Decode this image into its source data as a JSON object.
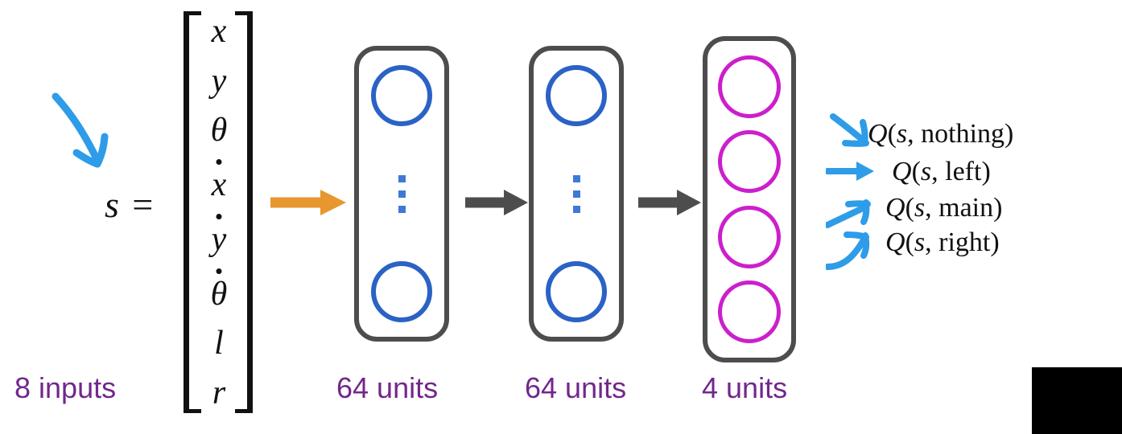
{
  "figure": {
    "type": "neural-network-diagram",
    "title": "DQN architecture for Lunar Lander",
    "background_color": "#ffffff"
  },
  "colors": {
    "caption_purple": "#72278c",
    "hidden_node_blue": "#2a62c6",
    "output_node_magenta": "#cc1fcc",
    "input_arrow_orange": "#e8962e",
    "layer_arrow_gray": "#4d4d4d",
    "annotation_blue": "#2e9ce8",
    "text_black": "#111111"
  },
  "input": {
    "state_label": "s =",
    "caption": "8 inputs",
    "vector_entries": [
      {
        "symbol": "x",
        "dot": false
      },
      {
        "symbol": "y",
        "dot": false
      },
      {
        "symbol": "θ",
        "dot": false
      },
      {
        "symbol": "x",
        "dot": true
      },
      {
        "symbol": "y",
        "dot": true
      },
      {
        "symbol": "θ",
        "dot": true
      },
      {
        "symbol": "l",
        "dot": false
      },
      {
        "symbol": "r",
        "dot": false
      }
    ],
    "annotation_arrow": "curved-blue-arrow-pointing-to-state"
  },
  "layers": [
    {
      "id": "hidden-1",
      "caption": "64 units",
      "node_color": "#2a62c6",
      "nodes_shown": 2,
      "ellipsis": true
    },
    {
      "id": "hidden-2",
      "caption": "64 units",
      "node_color": "#2a62c6",
      "nodes_shown": 2,
      "ellipsis": true
    },
    {
      "id": "output",
      "caption": "4 units",
      "node_color": "#cc1fcc",
      "nodes_shown": 4,
      "ellipsis": false
    }
  ],
  "arrows": {
    "input_to_hidden1": {
      "color": "#e8962e",
      "name": "orange-arrow"
    },
    "hidden1_to_hidden2": {
      "color": "#4d4d4d",
      "name": "gray-arrow"
    },
    "hidden2_to_output": {
      "color": "#4d4d4d",
      "name": "gray-arrow"
    }
  },
  "outputs": [
    {
      "text": "Q(s, nothing)",
      "q": "Q",
      "open": "(",
      "state": "s",
      "sep": ", ",
      "action": "nothing",
      "close": ")",
      "arrow": "down-right"
    },
    {
      "text": "Q(s, left)",
      "q": "Q",
      "open": "(",
      "state": "s",
      "sep": ", ",
      "action": "left",
      "close": ")",
      "arrow": "straight-right"
    },
    {
      "text": "Q(s, main)",
      "q": "Q",
      "open": "(",
      "state": "s",
      "sep": ", ",
      "action": "main",
      "close": ")",
      "arrow": "up-right"
    },
    {
      "text": "Q(s, right)",
      "q": "Q",
      "open": "(",
      "state": "s",
      "sep": ", ",
      "action": "right",
      "close": ")",
      "arrow": "curved-up-right"
    }
  ],
  "overlay": {
    "black_rect": "video-overlay-block"
  }
}
